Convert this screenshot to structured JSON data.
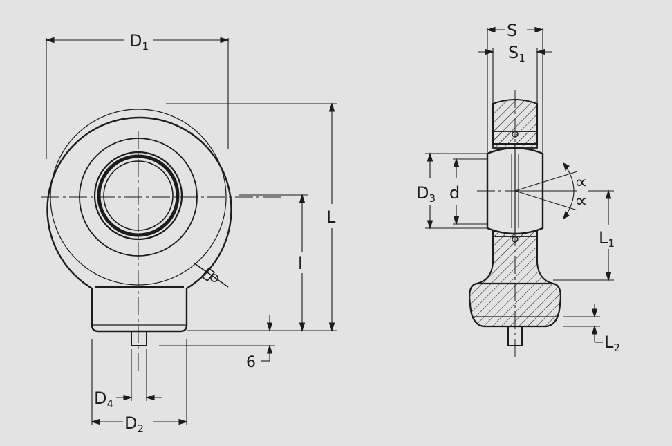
{
  "labels": {
    "D1": {
      "main": "D",
      "sub": "1"
    },
    "D2": {
      "main": "D",
      "sub": "2"
    },
    "D3": {
      "main": "D",
      "sub": "3"
    },
    "D4": {
      "main": "D",
      "sub": "4"
    },
    "L": {
      "main": "L"
    },
    "L1": {
      "main": "L",
      "sub": "1"
    },
    "L2": {
      "main": "L",
      "sub": "2"
    },
    "l": {
      "main": "l"
    },
    "six": {
      "main": "6"
    },
    "d": {
      "main": "d"
    },
    "S": {
      "main": "S"
    },
    "S1": {
      "main": "S",
      "sub": "1"
    },
    "alpha1": {
      "main": "∝"
    },
    "alpha2": {
      "main": "∝"
    }
  },
  "colors": {
    "background": "#e3e3e3",
    "ink": "#1c1c1c"
  }
}
